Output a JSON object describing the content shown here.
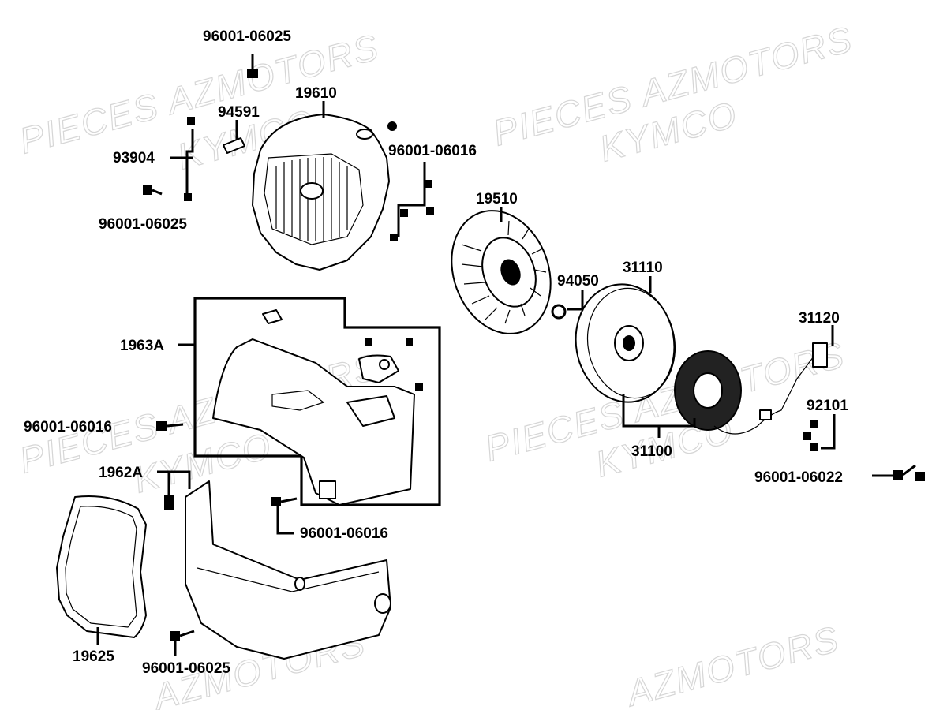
{
  "watermarks": {
    "w1": "PIECES AZMOTORS",
    "w2": "KYMCO",
    "w3": "PIECES AZMOTORS",
    "w4": "KYMCO",
    "w5": "PIECES AZMOTORS",
    "w6": "KYMCO",
    "w7": "PIECES AZMOTORS",
    "w8": "KYMCO",
    "w9": "AZMOTORS",
    "w10": "AZMOTORS"
  },
  "labels": {
    "bolt_top": "96001-06025",
    "fan_cover": "19610",
    "clip": "94591",
    "bracket": "93904",
    "bolt_left": "96001-06025",
    "bolts_cover": "96001-06016",
    "fan": "19510",
    "nut": "94050",
    "flywheel": "31110",
    "pickup": "31120",
    "shroud_assy": "1963A",
    "bolt_shroud": "96001-06016",
    "stator_clamp": "92101",
    "generator": "31100",
    "bolts_stator": "96001-06022",
    "lower_shroud": "1962A",
    "bolt_lower": "96001-06016",
    "gasket": "19625",
    "bolt_bottom": "96001-06025"
  }
}
